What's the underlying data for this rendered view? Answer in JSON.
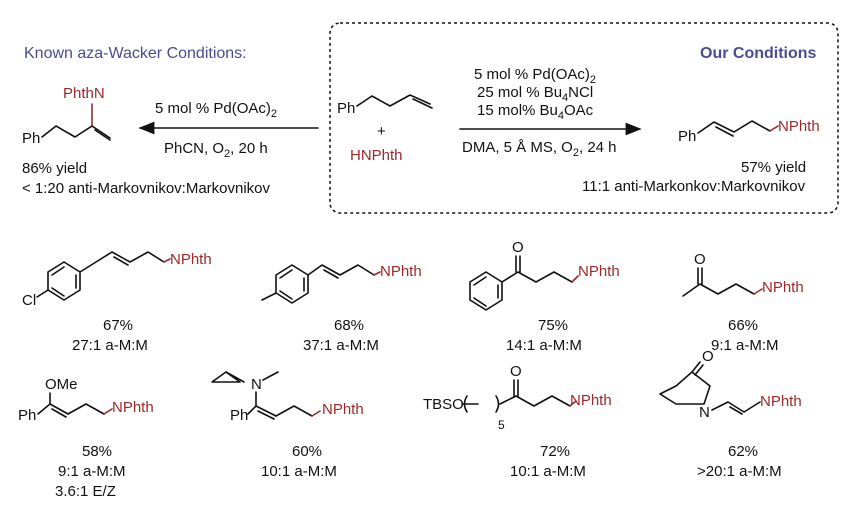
{
  "header": {
    "known_title": "Known aza-Wacker Conditions:",
    "our_title": "Our Conditions"
  },
  "known": {
    "product_label": "PhthN",
    "ph": "Ph",
    "cond1_pre": "5 mol % Pd(OAc)",
    "cond1_sub": "2",
    "cond2_pre": "PhCN, O",
    "cond2_sub": "2",
    "cond2_post": ", 20 h",
    "yield": "86% yield",
    "selectivity": "< 1:20 anti-Markovnikov:Markovnikov"
  },
  "center": {
    "ph": "Ph",
    "plus": "+",
    "reagent": "HNPhth"
  },
  "ours": {
    "c1_pre": "5 mol % Pd(OAc)",
    "c1_sub": "2",
    "c2_pre": "25 mol % Bu",
    "c2_sub": "4",
    "c2_post": "NCl",
    "c3_pre": "15 mol% Bu",
    "c3_sub": "4",
    "c3_post": "OAc",
    "c4_pre": "DMA, 5 Å MS, O",
    "c4_sub": "2",
    "c4_post": ", 24 h",
    "ph": "Ph",
    "nphth": "NPhth",
    "yield": "57% yield",
    "selectivity": "11:1 anti-Markonkov:Markovnikov"
  },
  "products": [
    {
      "yield": "67%",
      "ratio": "27:1 a-M:M",
      "cl": "Cl",
      "n": "NPhth"
    },
    {
      "yield": "68%",
      "ratio": "37:1 a-M:M",
      "n": "NPhth"
    },
    {
      "yield": "75%",
      "ratio": "14:1 a-M:M",
      "o": "O",
      "n": "NPhth"
    },
    {
      "yield": "66%",
      "ratio": "9:1 a-M:M",
      "o": "O",
      "n": "NPhth"
    },
    {
      "yield": "58%",
      "ratio": "9:1 a-M:M",
      "extra": "3.6:1 E/Z",
      "ome": "OMe",
      "ph": "Ph",
      "n": "NPhth"
    },
    {
      "yield": "60%",
      "ratio": "10:1 a-M:M",
      "n1": "N",
      "ph": "Ph",
      "n": "NPhth"
    },
    {
      "yield": "72%",
      "ratio": "10:1 a-M:M",
      "tbso": "TBSO",
      "sub": "5",
      "o": "O",
      "n": "NPhth"
    },
    {
      "yield": "62%",
      "ratio": ">20:1 a-M:M",
      "o": "O",
      "n1": "N",
      "n": "NPhth"
    }
  ],
  "colors": {
    "accent": "#a0282a",
    "title": "#4b4b93"
  }
}
